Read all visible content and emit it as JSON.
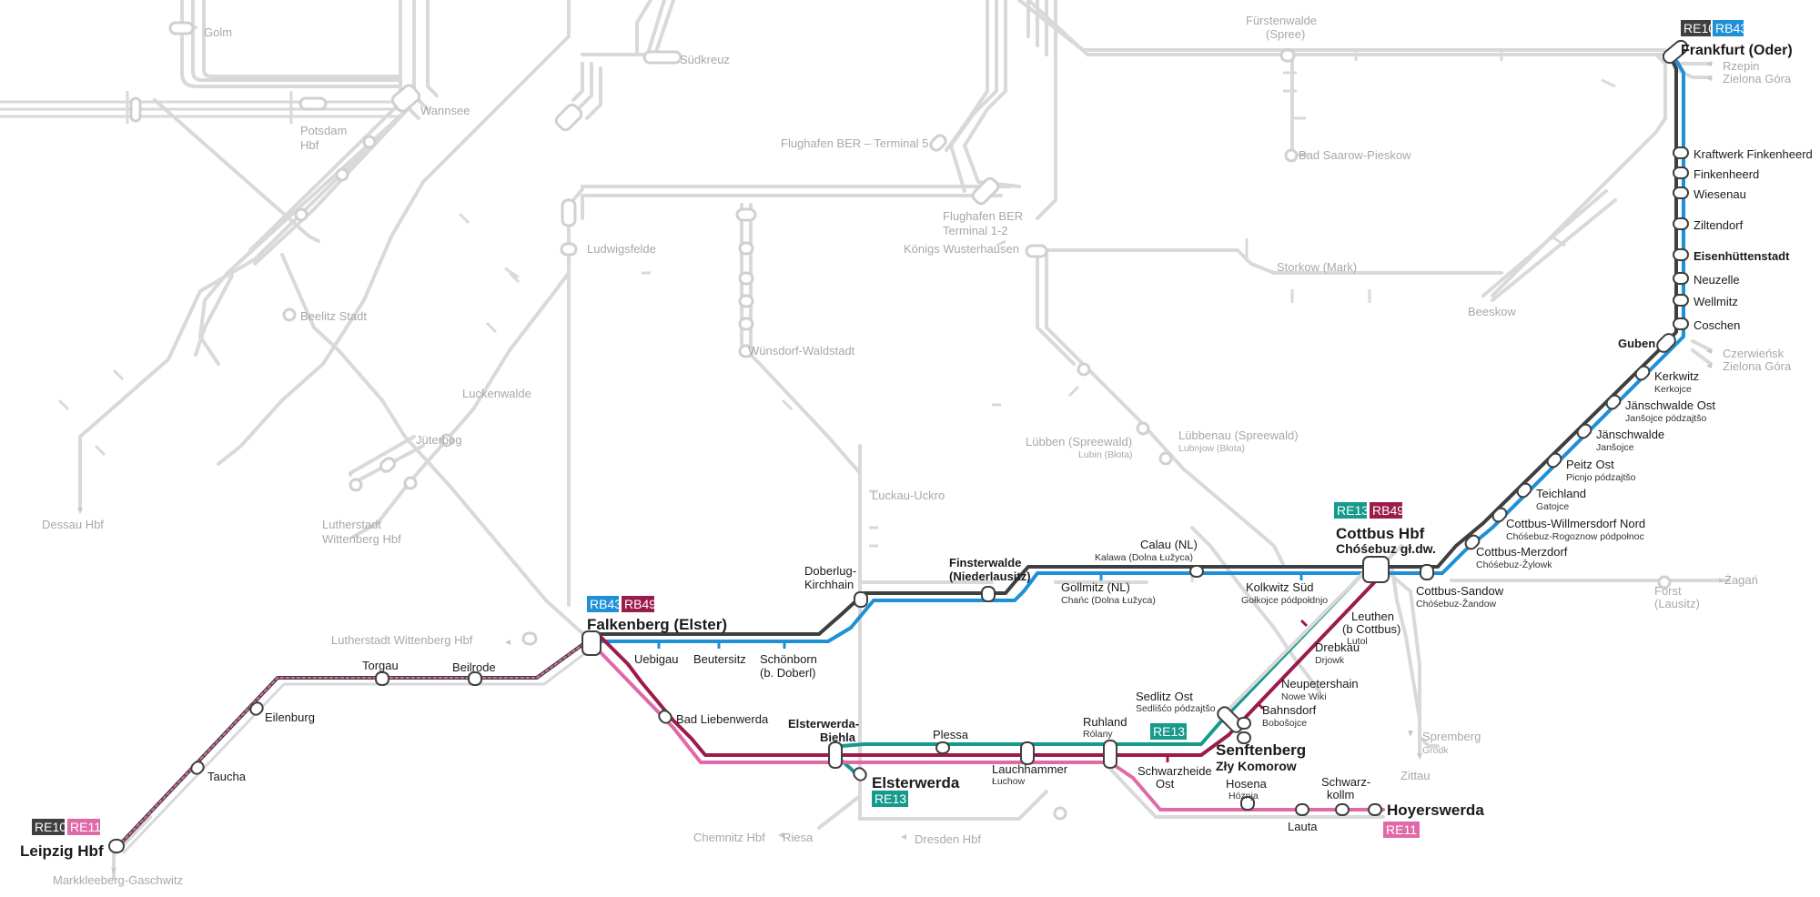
{
  "lines": {
    "RE10": {
      "name": "RE10",
      "color": "#3f3f3f"
    },
    "RB43": {
      "name": "RB43",
      "color": "#1e90d6"
    },
    "RB49": {
      "name": "RB49",
      "color": "#9b1b4a"
    },
    "RE11": {
      "name": "RE11",
      "color": "#e06aa8"
    },
    "RE13": {
      "name": "RE13",
      "color": "#159a8c"
    }
  },
  "background_color": "#d9d9d9",
  "stations": {
    "frankfurt": "Frankfurt (Oder)",
    "rzepin": "Rzepin",
    "zielona_gora_1": "Zielona Góra",
    "kraftwerk": "Kraftwerk Finkenheerd",
    "finkenheerd": "Finkenheerd",
    "wiesenau": "Wiesenau",
    "ziltendorf": "Ziltendorf",
    "eisenhuettenstadt": "Eisenhüttenstadt",
    "neuzelle": "Neuzelle",
    "wellmitz": "Wellmitz",
    "coschen": "Coschen",
    "guben": "Guben",
    "czerwiensk": "Czerwieńsk",
    "zielona_gora_2": "Zielona Góra",
    "kerkwitz": "Kerkwitz",
    "kerkwitz_sorb": "Kerkojce",
    "jaenschwalde_ost": "Jänschwalde Ost",
    "jaenschwalde_ost_sorb": "Janšojce pódzajtšo",
    "jaenschwalde": "Jänschwalde",
    "jaenschwalde_sorb": "Janšojce",
    "peitz_ost": "Peitz Ost",
    "peitz_ost_sorb": "Picnjo pódzajtšo",
    "teichland": "Teichland",
    "teichland_sorb": "Gatojce",
    "cottbus_willmersdorf": "Cottbus-Willmersdorf Nord",
    "cottbus_willmersdorf_sorb": "Chóśebuz-Rogoznow pódpołnoc",
    "cottbus_merzdorf": "Cottbus-Merzdorf",
    "cottbus_merzdorf_sorb": "Chóśebuz-Žylowk",
    "cottbus_hbf": "Cottbus Hbf",
    "cottbus_hbf_sorb": "Chóśebuz gł.dw.",
    "cottbus_sandow": "Cottbus-Sandow",
    "cottbus_sandow_sorb": "Chóśebuz-Žandow",
    "forst": "Forst",
    "forst_2": "(Lausitz)",
    "zagan": "Żagań",
    "calau": "Calau (NL)",
    "calau_sorb": "Kalawa (Dolna Łužyca)",
    "kolkwitz": "Kolkwitz Süd",
    "kolkwitz_sorb": "Gołkojce pódpołdnjo",
    "gollmitz": "Gollmitz (NL)",
    "gollmitz_sorb": "Chańc (Dolna Łužyca)",
    "finsterwalde_1": "Finsterwalde",
    "finsterwalde_2": "(Niederlausitz)",
    "doberlug_1": "Doberlug-",
    "doberlug_2": "Kirchhain",
    "falkenberg": "Falkenberg (Elster)",
    "uebigau": "Uebigau",
    "beutersitz": "Beutersitz",
    "schoenborn_1": "Schönborn",
    "schoenborn_2": "(b. Doberl)",
    "lutherstadt_w_hbf": "Lutherstadt Wittenberg Hbf",
    "torgau": "Torgau",
    "beilrode": "Beilrode",
    "eilenburg": "Eilenburg",
    "taucha": "Taucha",
    "leipzig": "Leipzig Hbf",
    "markkleeberg": "Markkleeberg-Gaschwitz",
    "bad_liebenwerda": "Bad Liebenwerda",
    "elsterwerda_biehla_1": "Elsterwerda-",
    "elsterwerda_biehla_2": "Biehla",
    "elsterwerda": "Elsterwerda",
    "plessa": "Plessa",
    "lauchhammer": "Lauchhammer",
    "lauchhammer_sorb": "Łuchow",
    "ruhland": "Ruhland",
    "ruhland_sorb": "Rólany",
    "senftenberg": "Senftenberg",
    "senftenberg_sorb": "Zły Komorow",
    "sedlitz_ost": "Sedlitz Ost",
    "sedlitz_ost_sorb": "Sedlišćo pódzajtšo",
    "schwarzheide_1": "Schwarzheide",
    "schwarzheide_2": "Ost",
    "hosena": "Hosena",
    "hosena_sorb": "Hóznja",
    "lauta": "Lauta",
    "schwarzkollm_1": "Schwarz-",
    "schwarzkollm_2": "kollm",
    "hoyerswerda": "Hoyerswerda",
    "leuthen_1": "Leuthen",
    "leuthen_2": "(b Cottbus)",
    "leuthen_sorb": "Lutol",
    "drebkau": "Drebkau",
    "drebkau_sorb": "Drjowk",
    "neupetershain": "Neupetershain",
    "neupetershain_sorb": "Nowe Wiki",
    "bahnsdorf": "Bahnsdorf",
    "bahnsdorf_sorb": "Bobošojce",
    "spremberg": "Spremberg",
    "spremberg_sorb": "Grodk",
    "zittau": "Zittau",
    "chemnitz": "Chemnitz Hbf",
    "riesa": "Riesa",
    "dresden": "Dresden Hbf",
    "luckau": "Luckau-Uckro",
    "luebben": "Lübben (Spreewald)",
    "luebben_sorb": "Lubin (Błota)",
    "luebbenau": "Lübbenau (Spreewald)",
    "luebbenau_sorb": "Lubnjow (Błota)",
    "koenigs_wusterhausen": "Königs Wusterhausen",
    "storkow": "Storkow (Mark)",
    "beeskow": "Beeskow",
    "fuerstenwalde_1": "Fürstenwalde",
    "fuerstenwalde_2": "(Spree)",
    "bad_saarow": "Bad Saarow-Pieskow",
    "flughafen_t5": "Flughafen BER – Terminal 5",
    "flughafen_t12_1": "Flughafen BER",
    "flughafen_t12_2": "Terminal 1-2",
    "suedkreuz": "Südkreuz",
    "golm": "Golm",
    "wannsee": "Wannsee",
    "potsdam_1": "Potsdam",
    "potsdam_2": "Hbf",
    "ludwigsfelde": "Ludwigsfelde",
    "wuensdorf": "Wünsdorf-Waldstadt",
    "beelitz": "Beelitz Stadt",
    "luckenwalde": "Luckenwalde",
    "jueterbog": "Jüterbog",
    "lutherstadt_1": "Lutherstadt",
    "lutherstadt_2": "Wittenberg Hbf",
    "dessau": "Dessau Hbf"
  }
}
